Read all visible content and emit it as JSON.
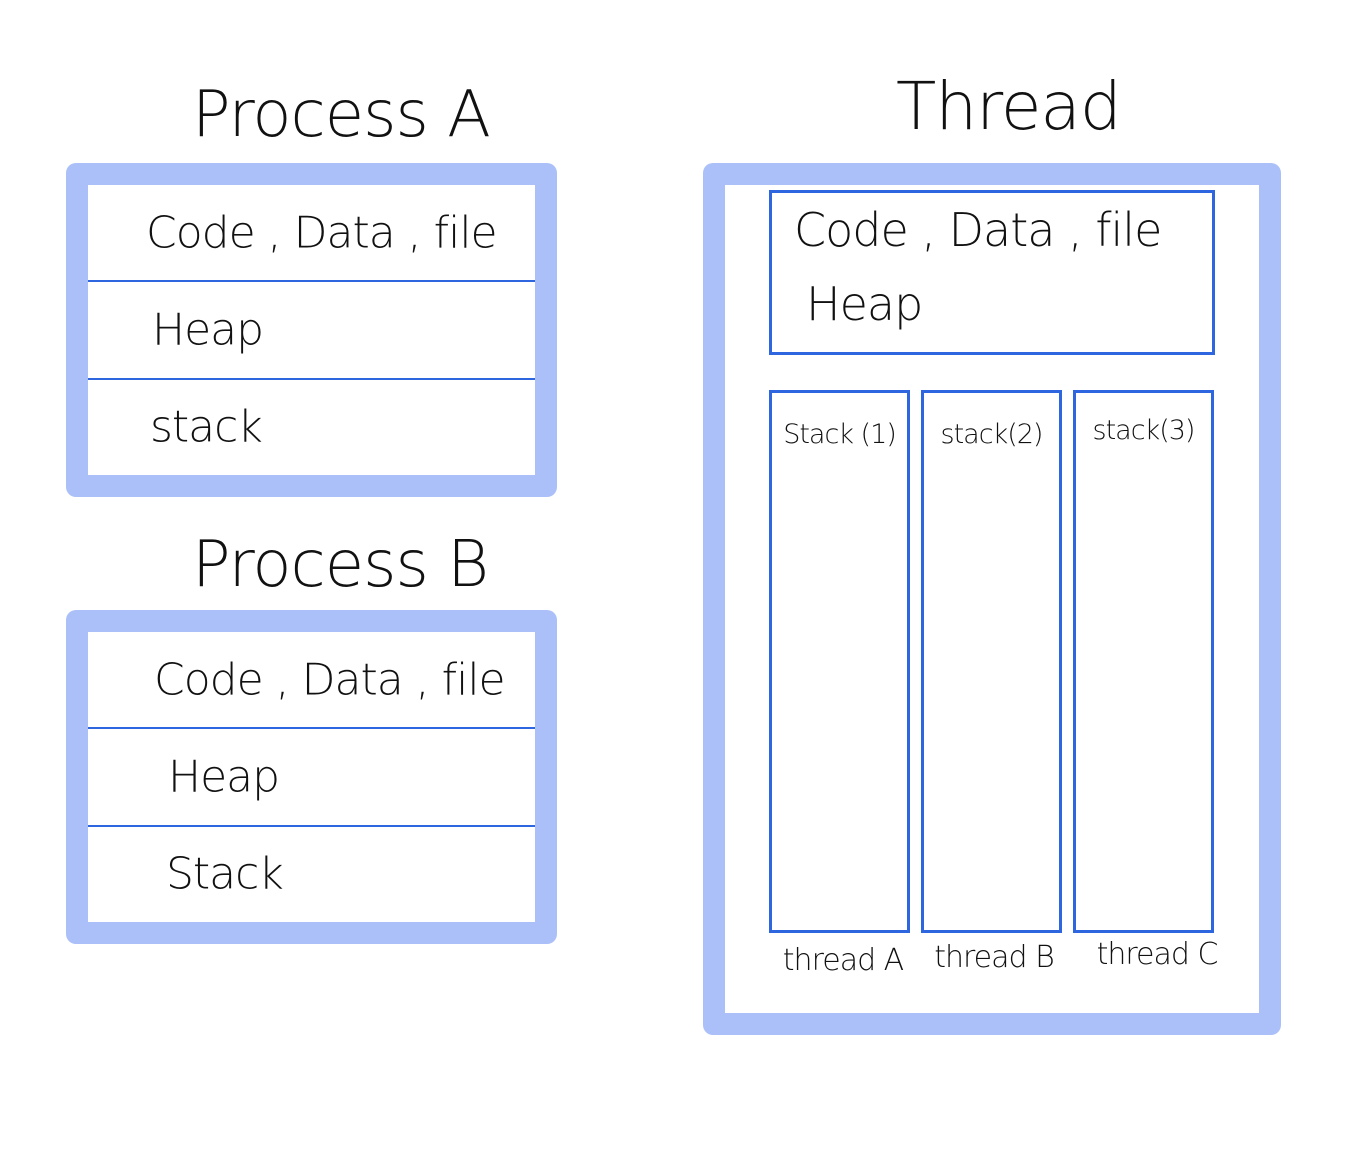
{
  "process_a": {
    "title": "Process A",
    "segments": [
      "Code , Data , file",
      "Heap",
      "stack"
    ]
  },
  "process_b": {
    "title": "Process B",
    "segments": [
      "Code , Data , file",
      "Heap",
      "Stack"
    ]
  },
  "thread": {
    "title": "Thread",
    "shared_line1": "Code , Data , file",
    "shared_line2": "Heap",
    "stacks": [
      "Stack (1)",
      "stack(2)",
      "stack(3)"
    ],
    "thread_labels": [
      "thread A",
      "thread B",
      "thread C"
    ]
  },
  "colors": {
    "frame": "#abc0f9",
    "line": "#2d66de",
    "text": "#111111"
  }
}
